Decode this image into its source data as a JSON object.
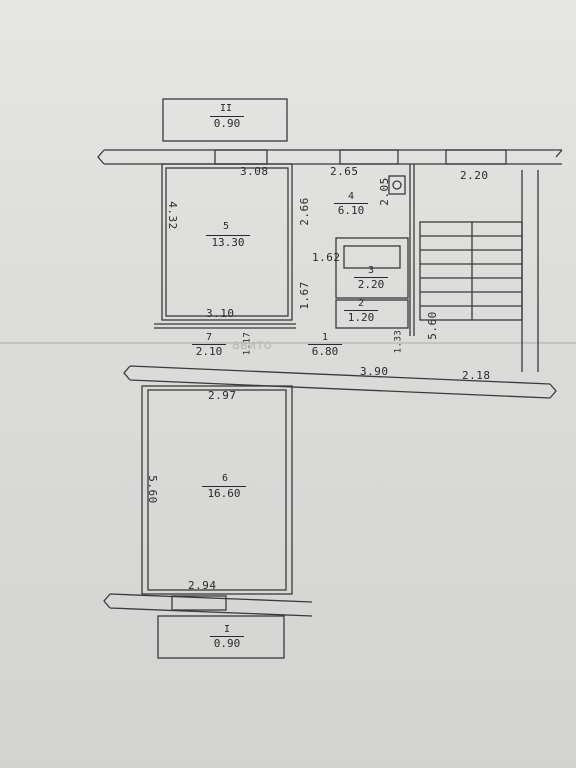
{
  "plan": {
    "rooms": [
      {
        "no": "II",
        "area": "0.90"
      },
      {
        "no": "5",
        "area": "13.30"
      },
      {
        "no": "4",
        "area": "6.10"
      },
      {
        "no": "3",
        "area": "2.20"
      },
      {
        "no": "2",
        "area": "1.20"
      },
      {
        "no": "1",
        "area": "6.80"
      },
      {
        "no": "7",
        "area": "2.10"
      },
      {
        "no": "6",
        "area": "16.60"
      },
      {
        "no": "I",
        "area": "0.90"
      }
    ],
    "dimensions": {
      "d_308": "3.08",
      "d_265": "2.65",
      "d_220": "2.20",
      "d_432": "4.32",
      "d_266": "2.66",
      "d_205": "2.05",
      "d_162": "1.62",
      "d_167": "1.67",
      "d_310": "3.10",
      "d_133": "1.33",
      "d_560a": "5.60",
      "d_117": "1.17",
      "d_390": "3.90",
      "d_218": "2.18",
      "d_297": "2.97",
      "d_560": "5.60",
      "d_294": "2.94"
    }
  },
  "watermark": "авито"
}
